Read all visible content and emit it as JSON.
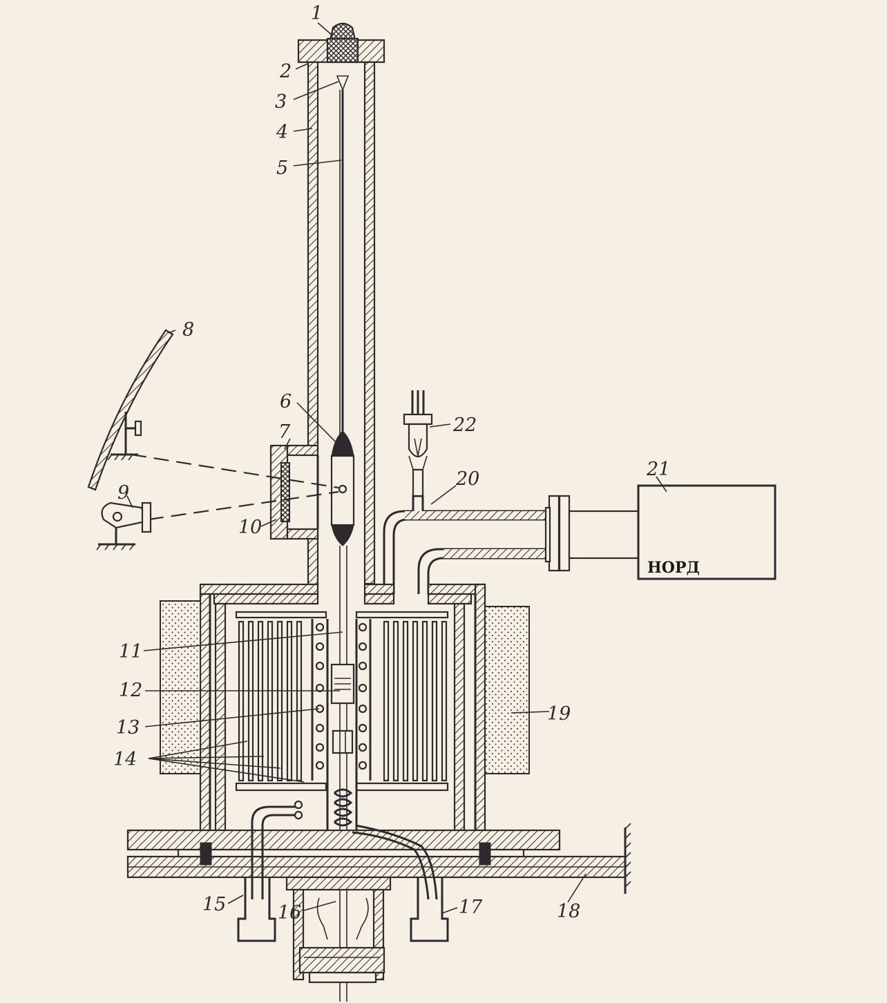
{
  "labels": {
    "n1": "1",
    "n2": "2",
    "n3": "3",
    "n4": "4",
    "n5": "5",
    "n6": "6",
    "n7": "7",
    "n8": "8",
    "n9": "9",
    "n10": "10",
    "n11": "11",
    "n12": "12",
    "n13": "13",
    "n14": "14",
    "n15": "15",
    "n16": "16",
    "n17": "17",
    "n18": "18",
    "n19": "19",
    "n20": "20",
    "n21": "21",
    "n22": "22"
  },
  "box": {
    "pump_label": "НОРД"
  },
  "colors": {
    "ink": "#2c2a2c",
    "paper": "#f5f0e3"
  }
}
